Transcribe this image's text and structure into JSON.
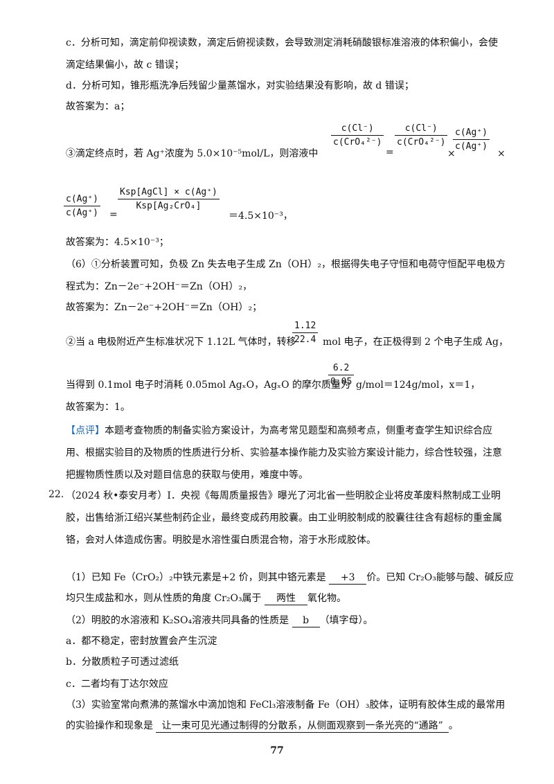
{
  "c_line1": "c．分析可知，滴定前仰视读数，滴定后俯视读数，会导致测定消耗硝酸银标准溶液的体积偏小，会使",
  "c_line2": "滴定结果偏小，故 c 错误；",
  "d_line": "d．分析可知，锥形瓶洗净后残留少量蒸馏水，对实验结果没有影响，故 d 错误；",
  "ans_a": "故答案为：a；",
  "step3_text": "③滴定终点时，若 Ag⁺浓度为 5.0×10⁻⁵mol/L，则溶液中",
  "frac1_num": "c(Cl⁻)",
  "frac1_den": "c(CrO₄²⁻)",
  "eq1": "=",
  "frac2_num": "c(Cl⁻)",
  "frac2_den": "c(CrO₄²⁻)",
  "times1": "×",
  "frac3_num": "c(Ag⁺)",
  "frac3_den": "c(Ag⁺)",
  "times2": "×",
  "frac4_num": "c(Ag⁺)",
  "frac4_den": "c(Ag⁺)",
  "eq2": "=",
  "frac5_num": "Ksp[AgCl] × c(Ag⁺)",
  "frac5_den": "Ksp[Ag₂CrO₄]",
  "result1": "＝4.5×10⁻³，",
  "ans_45": "故答案为：4.5×10⁻³；",
  "p6_line1": "（6）①分析装置可知，负极 Zn 失去电子生成 Zn（OH）₂，根据得失电子守恒和电荷守恒配平电极方",
  "p6_line2": "程式为：Zn－2e⁻+2OH⁻＝Zn（OH）₂，",
  "p6_ans": "故答案为：Zn－2e⁻+2OH⁻＝Zn（OH）₂；",
  "p6b_pre": "②当 a 电极附近产生标准状况下 1.12L 气体时，转移",
  "frac6_num": "1.12",
  "frac6_den": "22.4",
  "p6b_post": "mol 电子，在正极得到 2 个电子生成 Ag，",
  "p6c_pre": "当得到 0.1mol 电子时消耗 0.05mol AgₓO，AgₓO 的摩尔质量为",
  "frac7_num": "6.2",
  "frac7_den": "0.05",
  "p6c_post": "g/mol＝124g/mol，x＝1，",
  "ans_1": "故答案为：1。",
  "comment_tag": "【点评】",
  "comment_text": "本题考查物质的制备实验方案设计，为高考常见题型和高频考点，侧重考查学生知识综合应用、根据实验目的及物质的性质进行分析、实验基本操作能力及实验方案设计能力，综合性较强，注意把握物质性质以及对题目信息的获取与使用，难度中等。",
  "q22_num": "22.",
  "q22_text": "（2024 秋•泰安月考）Ⅰ．央视《每周质量报告》曝光了河北省一些明胶企业将皮革废料熬制成工业明胶，出售给浙江绍兴某些制药企业，最终变成药用胶囊。由工业明胶制成的胶囊往往含有超标的重金属铬，会对人体造成伤害。明胶是水溶性蛋白质混合物，溶于水形成胶体。",
  "q1_pre": "（1）已知 Fe（CrO₂）₂中铁元素是+2 价，则其中铬元素是",
  "q1_blank": "+3",
  "q1_post": "价。已知 Cr₂O₃能够与酸、碱反应",
  "q1b_pre": "均只生成盐和水，则从性质的角度 Cr₂O₃属于",
  "q1_blank2": "两性",
  "q1b_post": "氧化物。",
  "q2_pre": "（2）明胶的水溶液和 K₂SO₄溶液共同具备的性质是",
  "q2_blank": "b",
  "q2_post": "（填字母）。",
  "opt_a": "a．都不稳定，密封放置会产生沉淀",
  "opt_b": "b．分散质粒子可透过滤纸",
  "opt_c": "c．二者均有丁达尔效应",
  "q3_line1": "（3）实验室常向煮沸的蒸馏水中滴加饱和 FeCl₃溶液制备 Fe（OH）₃胶体，证明有胶体生成的最常用",
  "q3_pre": "的实验操作和现象是",
  "q3_blank": "让一束可见光通过制得的分散系，从侧面观察到一条光亮的“通路”",
  "q3_post": "。",
  "page_number": "77",
  "colors": {
    "comment_tag": "#1565c0",
    "text": "#111111"
  }
}
